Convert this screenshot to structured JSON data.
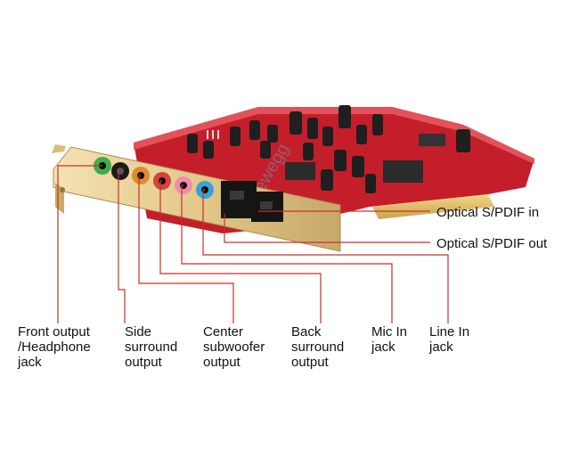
{
  "labels": {
    "front_output": "Front output\n/Headphone\njack",
    "side_surround": "Side\nsurround\noutput",
    "center_subwoofer": "Center\nsubwoofer\noutput",
    "back_surround": "Back\nsurround\noutput",
    "mic_in": "Mic In\njack",
    "line_in": "Line In\njack",
    "optical_in": "Optical S/PDIF in",
    "optical_out": "Optical S/PDIF out"
  },
  "colors": {
    "leader_line": "#c8302c",
    "pcb": "#c41e2a",
    "bracket": "#e3c88a",
    "jack_green": "#3fae49",
    "jack_black": "#1a1a1a",
    "jack_orange": "#e08a2c",
    "jack_red": "#d8423a",
    "jack_pink": "#ee8fa8",
    "jack_blue": "#36a4dc"
  },
  "watermark": "newegg"
}
